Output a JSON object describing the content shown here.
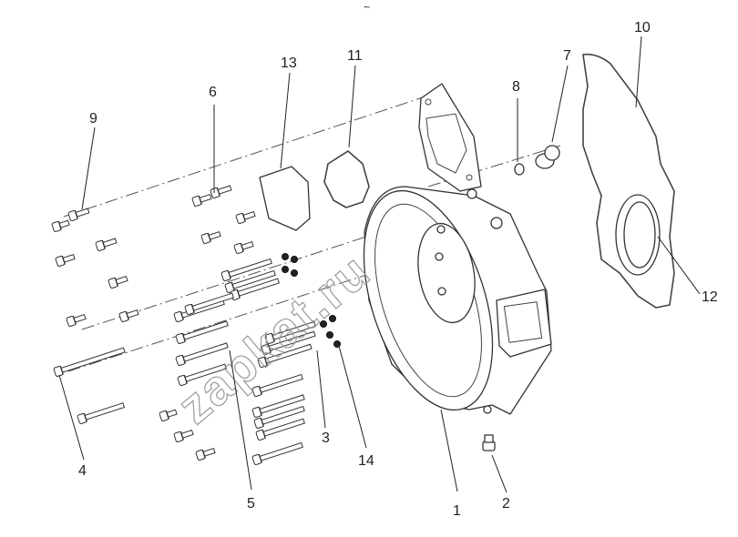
{
  "diagram": {
    "header_mark": "~",
    "callouts": [
      "1",
      "2",
      "3",
      "4",
      "5",
      "6",
      "7",
      "8",
      "9",
      "10",
      "11",
      "12",
      "13",
      "14"
    ],
    "watermark": "zapkat.ru"
  }
}
